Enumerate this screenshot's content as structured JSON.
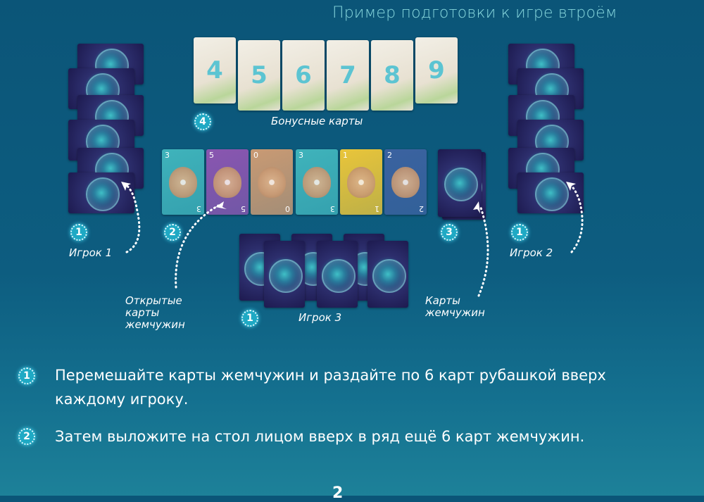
{
  "title": "Пример подготовки к игре втроём",
  "bonus_cards": [
    "4",
    "5",
    "6",
    "7",
    "8",
    "9"
  ],
  "bonus_label": "Бонусные карты",
  "face_up_cards": [
    {
      "value": "3",
      "color": "#3fb3bb"
    },
    {
      "value": "5",
      "color": "#8a56b0"
    },
    {
      "value": "0",
      "color": "#c99a74"
    },
    {
      "value": "3",
      "color": "#3fb3bb"
    },
    {
      "value": "1",
      "color": "#e9c53a"
    },
    {
      "value": "2",
      "color": "#3b62a0"
    }
  ],
  "badges": {
    "bonus": "4",
    "player1": "1",
    "open": "2",
    "deck": "3",
    "player2": "1",
    "player3": "1"
  },
  "labels": {
    "player1": "Игрок 1",
    "player2": "Игрок 2",
    "player3": "Игрок 3",
    "open": "Открытые карты жемчужин",
    "deck": "Карты жемчужин"
  },
  "instructions": [
    {
      "num": "1",
      "text": "Перемешайте карты жемчужин и раздайте по 6 карт рубашкой вверх каждому игроку."
    },
    {
      "num": "2",
      "text": "Затем выложите на стол лицом вверх в ряд ещё 6 карт жемчужин."
    }
  ],
  "page_number": "2"
}
